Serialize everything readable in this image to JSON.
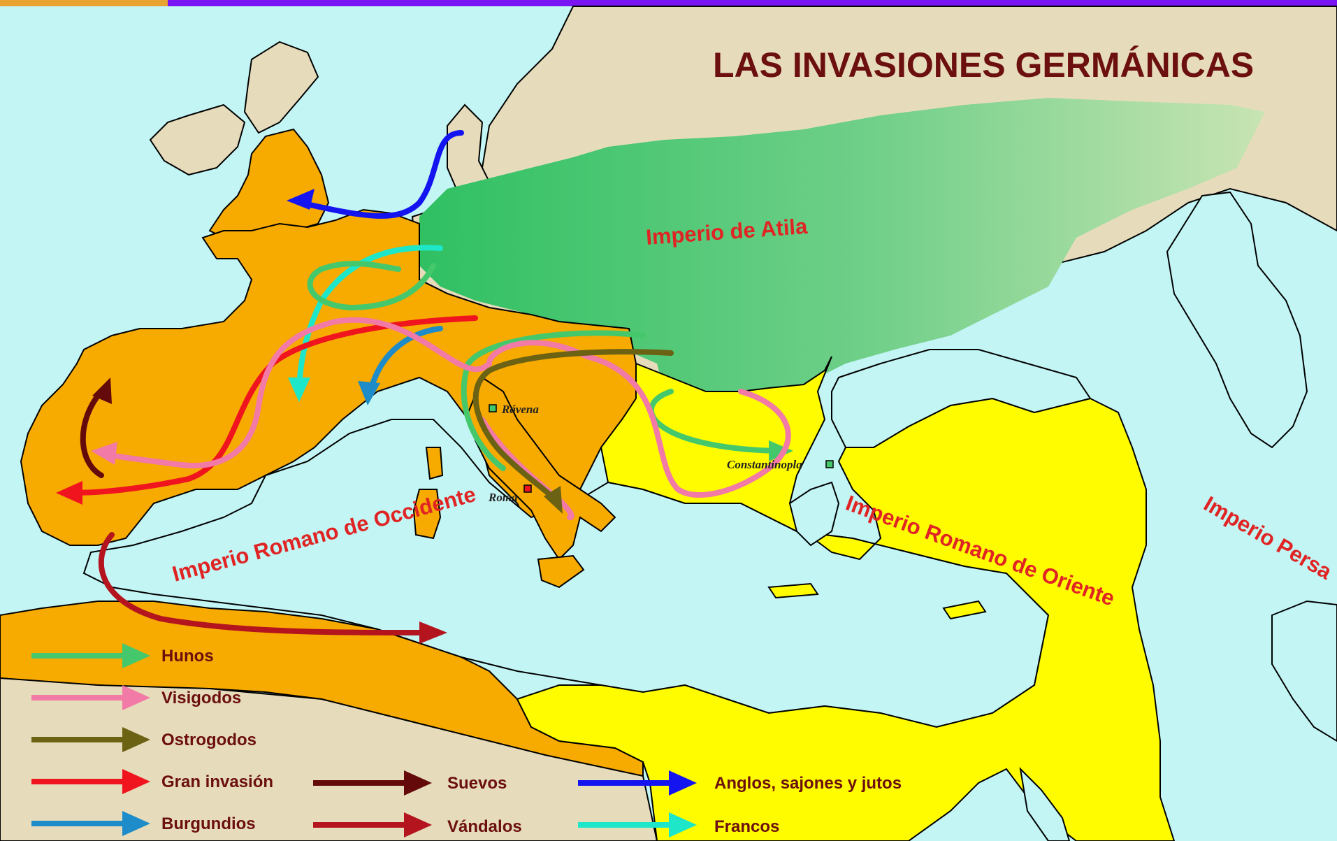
{
  "title": "LAS INVASIONES GERMÁNICAS",
  "colors": {
    "sea": "#c3f5f5",
    "land": "#e6dcbb",
    "western_empire": "#f7aa00",
    "eastern_empire": "#fffc00",
    "attila_empire": "#45c86c",
    "title_text": "#6b0f0f",
    "region_text": "#e02424"
  },
  "regions": {
    "atila": "Imperio de Atila",
    "occidente": "Imperio Romano de Occidente",
    "oriente": "Imperio Romano de Oriente",
    "persa": "Imperio Persa"
  },
  "cities": {
    "ravena": "Rávena",
    "roma": "Roma",
    "constantinopla": "Constantinopla"
  },
  "legend": [
    {
      "label": "Hunos",
      "color": "#45c86c"
    },
    {
      "label": "Visigodos",
      "color": "#f27aa6"
    },
    {
      "label": "Ostrogodos",
      "color": "#6b6213"
    },
    {
      "label": "Gran invasión",
      "color": "#f0141e"
    },
    {
      "label": "Burgundios",
      "color": "#1e8cc8"
    },
    {
      "label": "Suevos",
      "color": "#640a0a"
    },
    {
      "label": "Vándalos",
      "color": "#b4141e"
    },
    {
      "label": "Anglos, sajones y jutos",
      "color": "#1414f0"
    },
    {
      "label": "Francos",
      "color": "#1ee6c8"
    }
  ]
}
